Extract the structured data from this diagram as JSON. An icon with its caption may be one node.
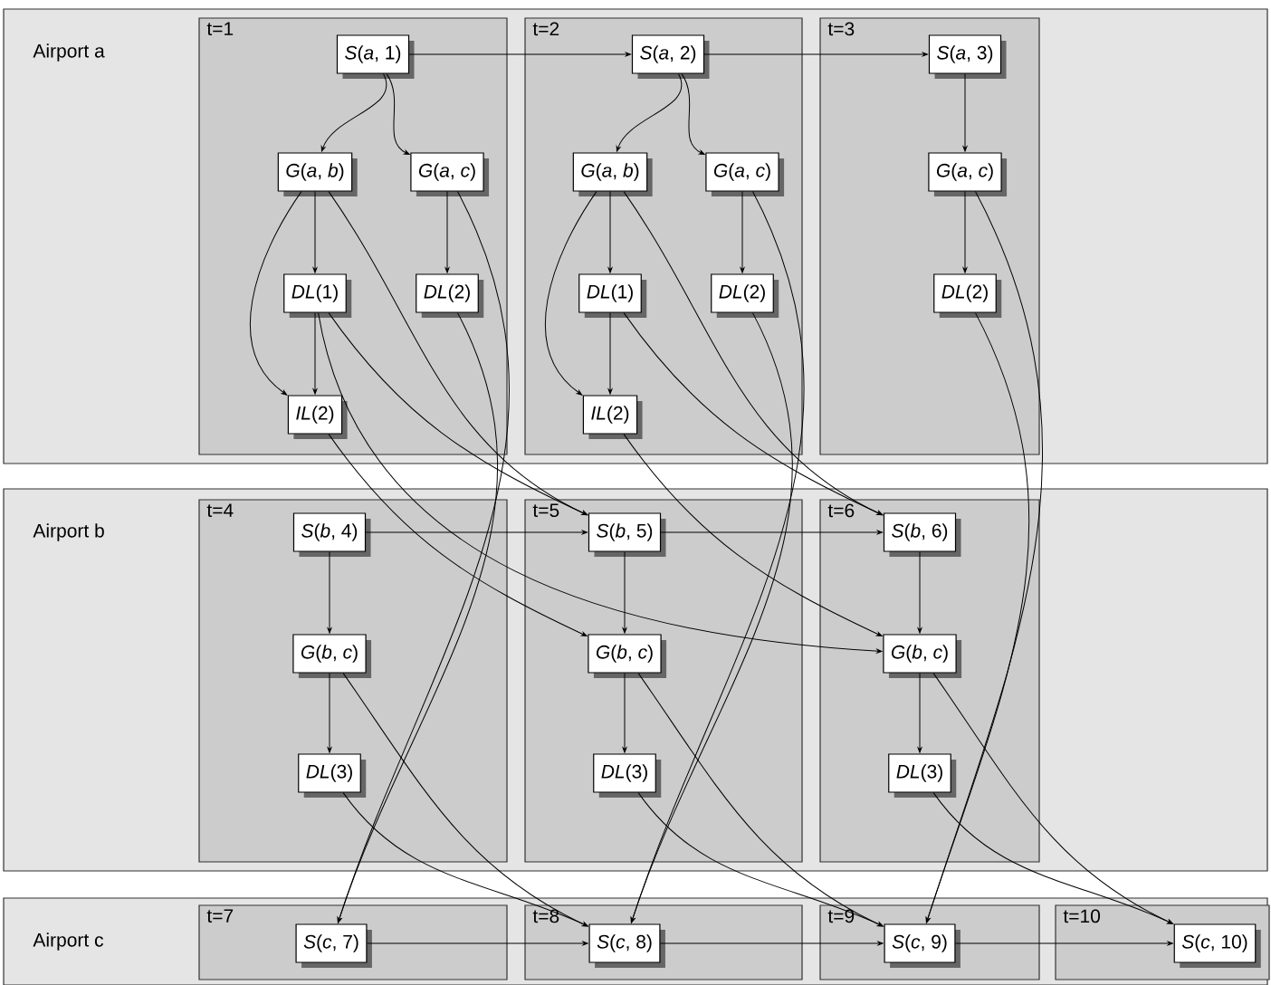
{
  "diagram": {
    "nodes": [
      {
        "text": [
          "Airport a"
        ]
      },
      {
        "text": [
          "t=1"
        ],
        "in": 0
      },
      {
        "text": [
          "*S*(*a*, 1)"
        ],
        "in": 1
      },
      {
        "text": [
          "*G*(*a*, *b*)"
        ],
        "in": 1
      },
      {
        "text": [
          "*G*(*a*, *c*)"
        ],
        "in": 1
      },
      {
        "text": [
          "*DL*(1)"
        ],
        "in": 1
      },
      {
        "text": [
          "*DL*(2)"
        ],
        "in": 1
      },
      {
        "text": [
          "*IL*(2)"
        ],
        "in": 1
      },
      {
        "text": [
          "t=2"
        ],
        "in": 0
      },
      {
        "text": [
          "*S*(*a*, 2)"
        ],
        "in": 8
      },
      {
        "text": [
          "*G*(*a*, *b*)"
        ],
        "in": 8
      },
      {
        "text": [
          "*G*(*a*, *c*)"
        ],
        "in": 8
      },
      {
        "text": [
          "*DL*(1)"
        ],
        "in": 8
      },
      {
        "text": [
          "*DL*(2)"
        ],
        "in": 8
      },
      {
        "text": [
          "*IL*(2)"
        ],
        "in": 8
      },
      {
        "text": [
          "t=3"
        ],
        "in": 0
      },
      {
        "text": [
          "*S*(*a*, 3)"
        ],
        "in": 15
      },
      {
        "text": [
          "*G*(*a*, *c*)"
        ],
        "in": 15
      },
      {
        "text": [
          "*DL*(2)"
        ],
        "in": 15
      },
      {
        "text": [
          "Airport b"
        ]
      },
      {
        "text": [
          "t=4"
        ],
        "in": 19
      },
      {
        "text": [
          "*S*(*b*, 4)"
        ],
        "in": 20
      },
      {
        "text": [
          "*G*(*b*, *c*)"
        ],
        "in": 20
      },
      {
        "text": [
          "*DL*(3)"
        ],
        "in": 20
      },
      {
        "text": [
          "t=5"
        ],
        "in": 19
      },
      {
        "text": [
          "*S*(*b*, 5)"
        ],
        "in": 24
      },
      {
        "text": [
          "*G*(*b*, *c*)"
        ],
        "in": 24
      },
      {
        "text": [
          "*DL*(3)"
        ],
        "in": 24
      },
      {
        "text": [
          "t=6"
        ],
        "in": 19
      },
      {
        "text": [
          "*S*(*b*, 6)"
        ],
        "in": 28
      },
      {
        "text": [
          "*G*(*b*, *c*)"
        ],
        "in": 28
      },
      {
        "text": [
          "*DL*(3)"
        ],
        "in": 28
      },
      {
        "text": [
          "Airport c"
        ]
      },
      {
        "text": [
          "t=7"
        ],
        "in": 32
      },
      {
        "text": [
          "*S*(*c*, 7)"
        ],
        "in": 33
      },
      {
        "text": [
          "t=8"
        ],
        "in": 32
      },
      {
        "text": [
          "*S*(*c*, 8)"
        ],
        "in": 35
      },
      {
        "text": [
          "t=9"
        ],
        "in": 32
      },
      {
        "text": [
          "*S*(*c*, 9)"
        ],
        "in": 37
      },
      {
        "text": [
          "t=10"
        ],
        "in": 32
      },
      {
        "text": [
          "*S*(*c*, 10)"
        ],
        "in": 39
      }
    ],
    "edges": [
      {
        "from": 2,
        "to": 9,
        "arrow": "to"
      },
      {
        "from": 9,
        "to": 16,
        "arrow": "to"
      },
      {
        "from": 2,
        "to": 3,
        "arrow": "to"
      },
      {
        "from": 2,
        "to": 4,
        "arrow": "to"
      },
      {
        "from": 3,
        "to": 5,
        "arrow": "to"
      },
      {
        "from": 3,
        "to": 7,
        "arrow": "to"
      },
      {
        "from": 5,
        "to": 7,
        "arrow": "to"
      },
      {
        "from": 4,
        "to": 6,
        "arrow": "to"
      },
      {
        "from": 9,
        "to": 10,
        "arrow": "to"
      },
      {
        "from": 9,
        "to": 11,
        "arrow": "to"
      },
      {
        "from": 10,
        "to": 12,
        "arrow": "to"
      },
      {
        "from": 10,
        "to": 14,
        "arrow": "to"
      },
      {
        "from": 12,
        "to": 14,
        "arrow": "to"
      },
      {
        "from": 11,
        "to": 13,
        "arrow": "to"
      },
      {
        "from": 16,
        "to": 17,
        "arrow": "to"
      },
      {
        "from": 17,
        "to": 18,
        "arrow": "to"
      },
      {
        "from": 21,
        "to": 25,
        "arrow": "to"
      },
      {
        "from": 25,
        "to": 29,
        "arrow": "to"
      },
      {
        "from": 21,
        "to": 22,
        "arrow": "to"
      },
      {
        "from": 22,
        "to": 23,
        "arrow": "to"
      },
      {
        "from": 25,
        "to": 26,
        "arrow": "to"
      },
      {
        "from": 26,
        "to": 27,
        "arrow": "to"
      },
      {
        "from": 29,
        "to": 30,
        "arrow": "to"
      },
      {
        "from": 30,
        "to": 31,
        "arrow": "to"
      },
      {
        "from": 34,
        "to": 36,
        "arrow": "to"
      },
      {
        "from": 36,
        "to": 38,
        "arrow": "to"
      },
      {
        "from": 38,
        "to": 40,
        "arrow": "to"
      },
      {
        "from": 3,
        "to": 25,
        "arrow": "to"
      },
      {
        "from": 5,
        "to": 25,
        "arrow": "to"
      },
      {
        "from": 5,
        "to": 30,
        "arrow": "to"
      },
      {
        "from": 7,
        "to": 26,
        "arrow": "to"
      },
      {
        "from": 10,
        "to": 29,
        "arrow": "to"
      },
      {
        "from": 12,
        "to": 29,
        "arrow": "to"
      },
      {
        "from": 14,
        "to": 30,
        "arrow": "to"
      },
      {
        "from": 4,
        "to": 34,
        "arrow": "to"
      },
      {
        "from": 6,
        "to": 34,
        "arrow": "to"
      },
      {
        "from": 11,
        "to": 36,
        "arrow": "to"
      },
      {
        "from": 13,
        "to": 36,
        "arrow": "to"
      },
      {
        "from": 17,
        "to": 38,
        "arrow": "to"
      },
      {
        "from": 18,
        "to": 38,
        "arrow": "to"
      },
      {
        "from": 22,
        "to": 36,
        "arrow": "to"
      },
      {
        "from": 23,
        "to": 36,
        "arrow": "to"
      },
      {
        "from": 26,
        "to": 38,
        "arrow": "to"
      },
      {
        "from": 27,
        "to": 38,
        "arrow": "to"
      },
      {
        "from": 30,
        "to": 40,
        "arrow": "to"
      },
      {
        "from": 31,
        "to": 40,
        "arrow": "to"
      }
    ]
  }
}
